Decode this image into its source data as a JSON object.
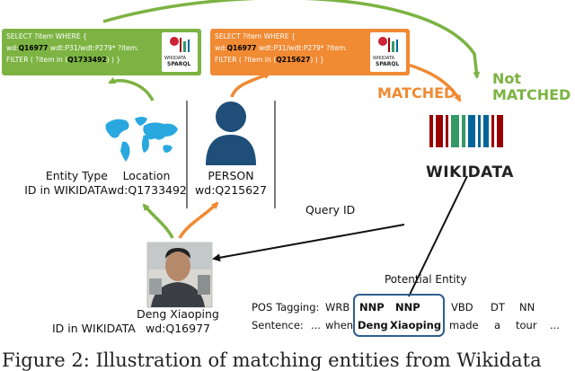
{
  "query_green": {
    "line1": "SELECT ?item   WHERE   {",
    "line2_a": "wd:",
    "line2_q": "Q16977",
    "line2_b": " wdt:P31/wdt:P279* ?item.",
    "line3_a": "FILTER ( ?item in (",
    "line3_q": "Q1733492",
    "line3_b": ") ) }"
  },
  "query_orange": {
    "line1": "SELECT ?item   WHERE   {",
    "line2_a": "wd:",
    "line2_q": "Q16977",
    "line2_b": " wdt:P31/wdt:P279* ?item.",
    "line3_a": "FILTER ( ?item in (",
    "line3_q": "Q215627",
    "line3_b": ") ) }"
  },
  "sparql_logo": {
    "line1": "WIKIDATA",
    "line2": "SPARQL"
  },
  "labels": {
    "matched": "MATCHED",
    "not": "Not",
    "not_matched": "MATCHED",
    "wikidata": "WIKIDATA",
    "entity_type_1": "Entity Type",
    "entity_type_2": "ID in WIKIDATA",
    "location_1": "Location",
    "location_2": "wd:Q1733492",
    "person_1": "PERSON",
    "person_2": "wd:Q215627",
    "query_id": "Query ID",
    "potential_entity": "Potential Entity",
    "deng_1": "Deng Xiaoping",
    "deng_2": "wd:Q16977",
    "id_in_wikidata": "ID in WIKIDATA"
  },
  "pos_row": {
    "label": "POS Tagging:",
    "tags": [
      "WRB",
      "NNP",
      "NNP",
      "VBD",
      "DT",
      "NN"
    ]
  },
  "sentence_row": {
    "label": "Sentence:",
    "ellipsis_start": "...",
    "words": [
      "when",
      "Deng",
      "Xiaoping",
      "made",
      "a",
      "tour"
    ],
    "ellipsis_end": "..."
  },
  "caption": "Figure 2: Illustration of matching entities from Wikidata",
  "colors": {
    "green": "#7cb342",
    "orange": "#f08a33",
    "person": "#1f4e79",
    "map": "#29a8e0",
    "entity_box": "#2f5f8f"
  }
}
